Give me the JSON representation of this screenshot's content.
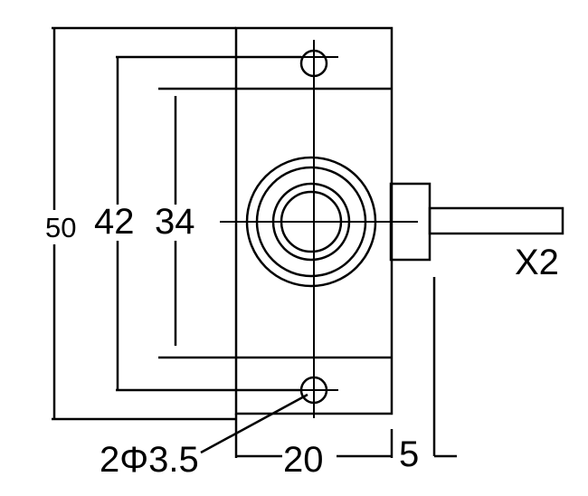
{
  "dimensions": {
    "overall_height": "50",
    "hole_spacing": "42",
    "inner_height": "34",
    "hole_callout": "2Φ3.5",
    "width": "20",
    "stub_offset": "5"
  },
  "labels": {
    "cable": "X2"
  }
}
